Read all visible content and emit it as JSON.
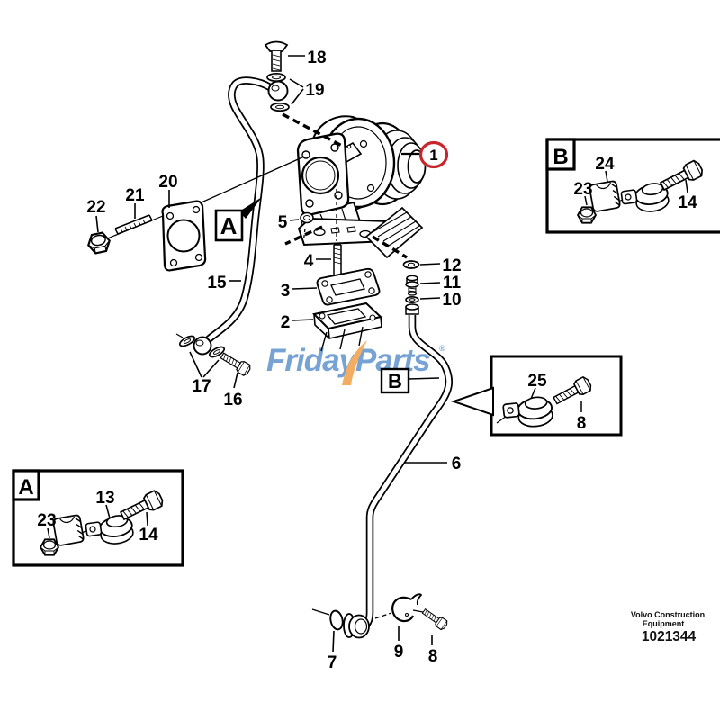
{
  "parts": {
    "p1": "1",
    "p2": "2",
    "p3": "3",
    "p4": "4",
    "p5": "5",
    "p6": "6",
    "p7": "7",
    "p8": "8",
    "p9": "9",
    "p10": "10",
    "p11": "11",
    "p12": "12",
    "p13": "13",
    "p14": "14",
    "p15": "15",
    "p16": "16",
    "p17": "17",
    "p18": "18",
    "p19": "19",
    "p20": "20",
    "p21": "21",
    "p22": "22",
    "p23": "23",
    "p24": "24",
    "p25": "25"
  },
  "views": {
    "a": "A",
    "b": "B"
  },
  "highlighted_callout": {
    "number": "1"
  },
  "watermark": {
    "text": "FridayParts",
    "registered_mark": "®"
  },
  "footer": {
    "company_line1": "Volvo Construction",
    "company_line2": "Equipment",
    "document_number": "1021344"
  },
  "colors": {
    "callout_red": "#c8252c",
    "watermark_blue": "#76a3d4",
    "watermark_orange": "#f2ad62",
    "line": "#000000"
  }
}
